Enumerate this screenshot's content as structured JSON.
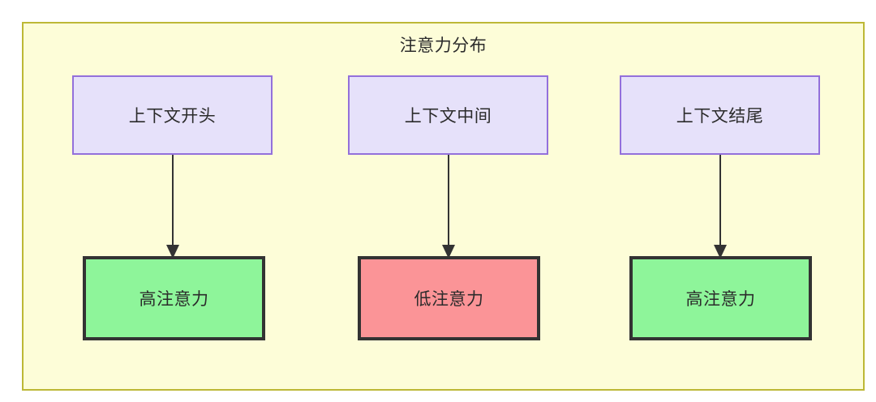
{
  "diagram": {
    "title": "注意力分布",
    "canvas_bg": "#fdfdd8",
    "canvas_border": "#bdb836",
    "context_fill": "#e6e1fa",
    "context_border": "#9370db",
    "high_fill": "#8ef59a",
    "low_fill": "#fb9497",
    "attention_border": "#333333",
    "edge_color": "#333333",
    "columns": [
      {
        "context": {
          "label": "上下文开头"
        },
        "attention": {
          "label": "高注意力",
          "level": "high"
        },
        "edge": {
          "name": "arrow-start-to-high"
        }
      },
      {
        "context": {
          "label": "上下文中间"
        },
        "attention": {
          "label": "低注意力",
          "level": "low"
        },
        "edge": {
          "name": "arrow-middle-to-low"
        }
      },
      {
        "context": {
          "label": "上下文结尾"
        },
        "attention": {
          "label": "高注意力",
          "level": "high"
        },
        "edge": {
          "name": "arrow-end-to-high"
        }
      }
    ]
  }
}
